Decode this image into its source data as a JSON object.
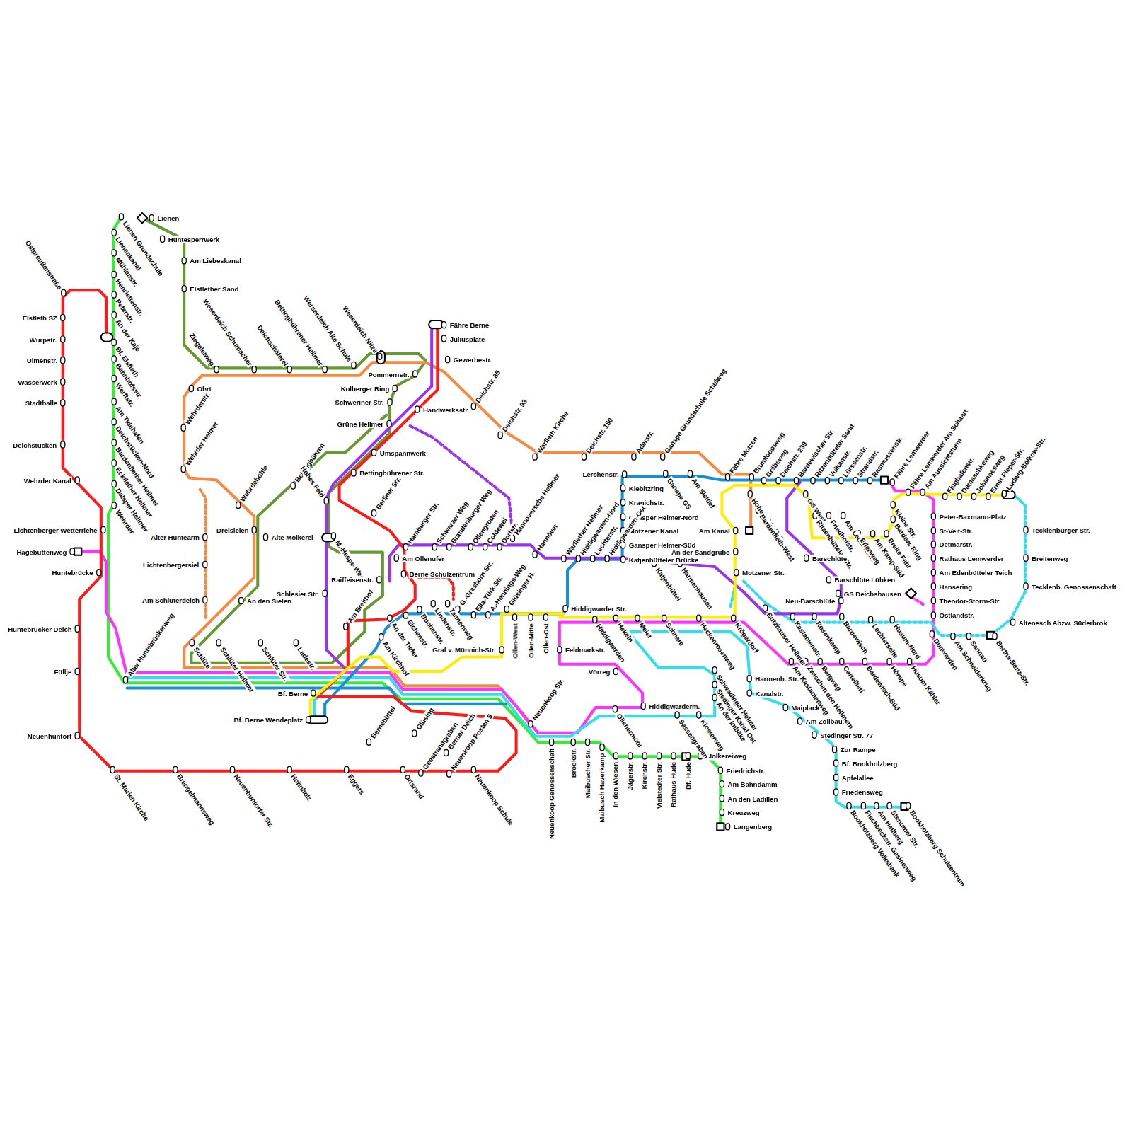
{
  "diagram": {
    "labels": [
      "Lienen",
      "Huntesperrwerk",
      "Am Liebeskanal",
      "Elsflether Sand",
      "Lienen Grundschule",
      "Lienenkanal",
      "Mühlenstr.",
      "Henriettenstr.",
      "Peterstr.",
      "An der Kaje",
      "Bf. Elsfleth",
      "Bahnhofsstr.",
      "Werftstr.",
      "Am Tidehafen",
      "Deichstücken-Nord",
      "Bardenflether Hellmer",
      "Eckflether Hellmer",
      "Dalsper Hellmer",
      "Wehrder",
      "Ostpreußenstraße",
      "Elsfleth SZ",
      "Wurpstr.",
      "Ulmenstr.",
      "Wasserwerk",
      "Stadthalle",
      "Deichstücken",
      "Wehrder Kanal",
      "Lichtenberger Wetterriehe",
      "Hagebuttenweg",
      "Huntebrücke",
      "Huntebrücker Deich",
      "Füllje",
      "Neuenhuntorf",
      "St. Marien Kirche",
      "Brengelmannsweg",
      "Neuenhuntorfer Str.",
      "Hohnholz",
      "Eggers",
      "Ortsrand",
      "Neuenkoop Schule",
      "Ziegeleiweg",
      "Weserdeich Schumacher",
      "Deichschäferei",
      "Bettingbührener Hellmer",
      "Werserdeich Alte Schule",
      "Weserdeich Nitze",
      "Ohrt",
      "Wehrderstr.",
      "Wehrder Helmer",
      "Alter Huntearm",
      "Lichtenbergersiel",
      "Am Schlüterdeich",
      "Wehrdehöhle",
      "Bettingbühren",
      "Dreisielen",
      "Alte Molkerei",
      "An den Sielen",
      "Alter Huntebrückenweg",
      "Schlüte",
      "Schlüter Hellmer",
      "Schlüter Str.",
      "Ladestr.",
      "Bf. Berne",
      "Bf. Berne Wendeplatz",
      "Fähre Berne",
      "Juliusplate",
      "Gewerbestr.",
      "Pommernstr.",
      "Kolberger Ring",
      "Schweriner Str.",
      "Handwerksstr.",
      "Grüne Hellmer",
      "Umspannwerk",
      "Bettingbührener Str.",
      "Hohes Feld",
      "M.-Hespe-Weg",
      "Berliner Str.",
      "Hamburger Str.",
      "Schwarzer Weg",
      "Brandenburger Weg",
      "Ollengroden",
      "Coldewei",
      "Dorfstr.",
      "Hannoversche Hellmer",
      "Hannöver",
      "Am Ollenufer",
      "Berne Schulzentrum",
      "Raiffeisenstr.",
      "Schlesier Str.",
      "Am Breithof",
      "G.-Grashorn-Str.",
      "Ella-Türk-Str.",
      "A.-Hennings-Weg",
      "Glüsinger H.",
      "Hiddigwarder Str.",
      "Eichenstr.",
      "Buchenstr.",
      "Lindenstr.",
      "Tannenweg",
      "An der Tiefer",
      "Am Kirchhof",
      "Ollen-West",
      "Ollen-Mitte",
      "Ollen-Ost",
      "Graf v. Münnich-Str.",
      "Bernebüttel",
      "Glüsing",
      "Geestrandgraben",
      "Berner Deich",
      "Neuenkoop Posten 5",
      "Neuenkoop Str.",
      "Neuenkoop Genossenschaft",
      "Brookstr.",
      "Maibuscher Str.",
      "Maibusch Haverkamp",
      "In den Wiesen",
      "Jägerstr.",
      "Kirchstr.",
      "Vielstedter Str.",
      "Rathaus Hude",
      "Bf. Hude",
      "Molkereiweg",
      "Friedrichstr.",
      "Am Bahndamm",
      "An den Ladillen",
      "Kreuzweg",
      "Langenberg",
      "Feldmarkstr.",
      "Vörreg",
      "Hiddigwarden",
      "Hekeln",
      "Meier",
      "Schnare",
      "Heckenrosenweg",
      "Krögerdorf",
      "Ollenermoor",
      "Hiddigwarderm.",
      "Sassengraben",
      "Klosterweg",
      "Schwadinger Helmer",
      "Stedinger Kanal Ost",
      "An der Imbäke",
      "Harmenh. Str.",
      "Kanalstr.",
      "Maiplacken",
      "Am Zollbaum",
      "Stedinger Str. 77",
      "Zur Rampe",
      "Bf. Bookholzberg",
      "Apfelallee",
      "Friedensweg",
      "Bookholzberg Volksbank",
      "Fischbeckstr. Gesinenweg",
      "Am Heilberg",
      "Stenumer Str.",
      "Bookholzberg Schulzentrum",
      "Deichstr. 85",
      "Deichstr. 93",
      "Warfleth Kirche",
      "Deichstr. 150",
      "Aderstr.",
      "Ganspe Grundschule Schulweg",
      "Fähre Motzen",
      "Brumloopsweg",
      "Gräbeweg",
      "Deichstr. 239",
      "Bardewischer Str.",
      "Ritzenbütteler Sand",
      "Vulkanstr.",
      "Lürssenstr.",
      "Strandstr.",
      "Rasmussenstr.",
      "Fähre Lemwerder",
      "Fähre Lemwerder Am Schaart",
      "Am Aussichtsturm",
      "Flughafenstr.",
      "Damaschkeweg",
      "Johannesweg",
      "Ernst-Pieper-Str.",
      "Ludwig-Bölkow-Str.",
      "Lerchenstr.",
      "Ganspe GS",
      "Am Sieltief",
      "Kiebitzring",
      "Kranichstr.",
      "Gansper Helmer-Nord",
      "Motzener Kanal",
      "Gansper Helmer-Süd",
      "Katjenbütteler Brücke",
      "Warflether Hellmer",
      "Hiddigwarden-Nord",
      "Lechterstr.",
      "Hiddigwarden-Ost",
      "Am Kanal",
      "An der Sandgrube",
      "Katjenbüttel",
      "Harmenhausen",
      "Motzener Str.",
      "Hoheweids Hellmer",
      "Bardenfleth-West",
      "GS West",
      "Ritzenbütteler Str.",
      "Friedhofstr.",
      "Am Leuchtturm",
      "Erlenweg",
      "Am Kamp-Süd",
      "Breite Fahr",
      "Kleine Str.",
      "Bardew. Ring",
      "Barschlüte",
      "Barschlüte Lübken",
      "Neu-Barschlüte",
      "GS Deichshausen",
      "Peter-Baxmann-Platz",
      "St-Veit-Str.",
      "Detmarstr.",
      "Rathaus Lemwerder",
      "Am Edenbütteler Teich",
      "Hansering",
      "Theodor-Storm-Str.",
      "Ostlandstr.",
      "Tecklenburger Str.",
      "Breitenweg",
      "Tecklenb. Genossenschaft",
      "Altenesch Abzw. Süderbrok",
      "Butzhauser Hellmer",
      "Kastanienstr.",
      "Rosenkamp",
      "Bardewisch",
      "Lechterseite",
      "Husum-Nord",
      "Am Kastanienweg",
      "Zwischen den Hellmern",
      "Bargweg",
      "Cartellieri",
      "Bardewisch-Süd",
      "Hörspe",
      "Husum Kähler",
      "Dunwarden",
      "Am Schneiderkrug",
      "Sannau",
      "Bertha-Benz-Str."
    ]
  }
}
